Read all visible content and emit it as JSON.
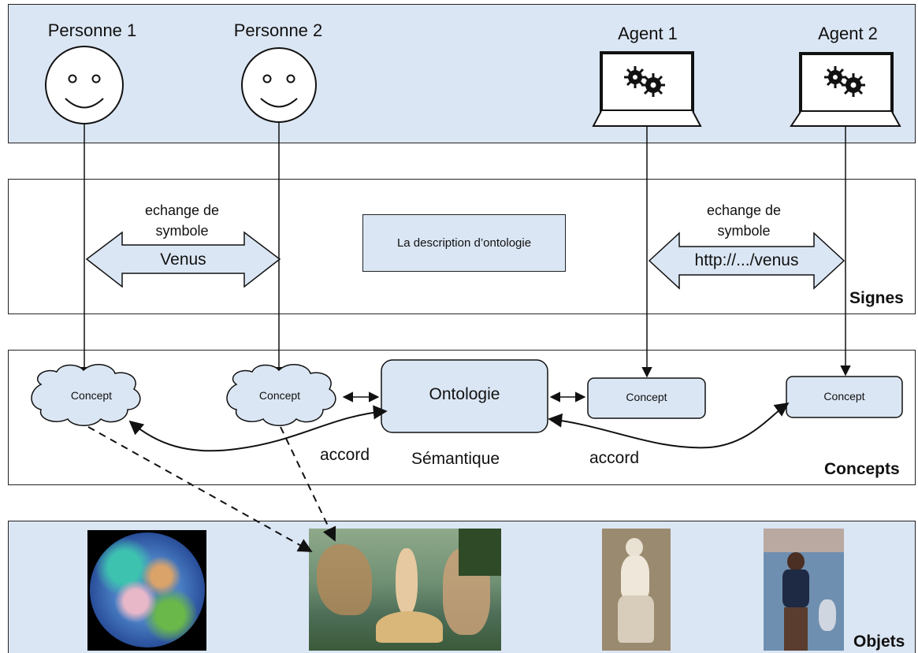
{
  "actors": {
    "personne1": "Personne 1",
    "personne2": "Personne 2",
    "agent1": "Agent 1",
    "agent2": "Agent 2"
  },
  "signes": {
    "exchange_left": [
      "echange de",
      "symbole"
    ],
    "exchange_right": [
      "echange de",
      "symbole"
    ],
    "arrow_left_text": "Venus",
    "arrow_right_text": "http://.../venus",
    "ontology_description": "La description d’ontologie",
    "layer_label": "Signes"
  },
  "concepts": {
    "concept_p1": "Concept",
    "concept_p2": "Concept",
    "ontologie": "Ontologie",
    "concept_a1": "Concept",
    "concept_a2": "Concept",
    "accord_left": "accord",
    "semantique": "Sémantique",
    "accord_right": "accord",
    "layer_label": "Concepts"
  },
  "objets": {
    "layer_label": "Objets",
    "images": [
      "venus-planet-image",
      "birth-of-venus-painting-image",
      "venus-de-milo-statue-image",
      "tennis-player-image"
    ]
  },
  "colors": {
    "band_fill": "#dbe6f4",
    "stroke": "#222222"
  }
}
